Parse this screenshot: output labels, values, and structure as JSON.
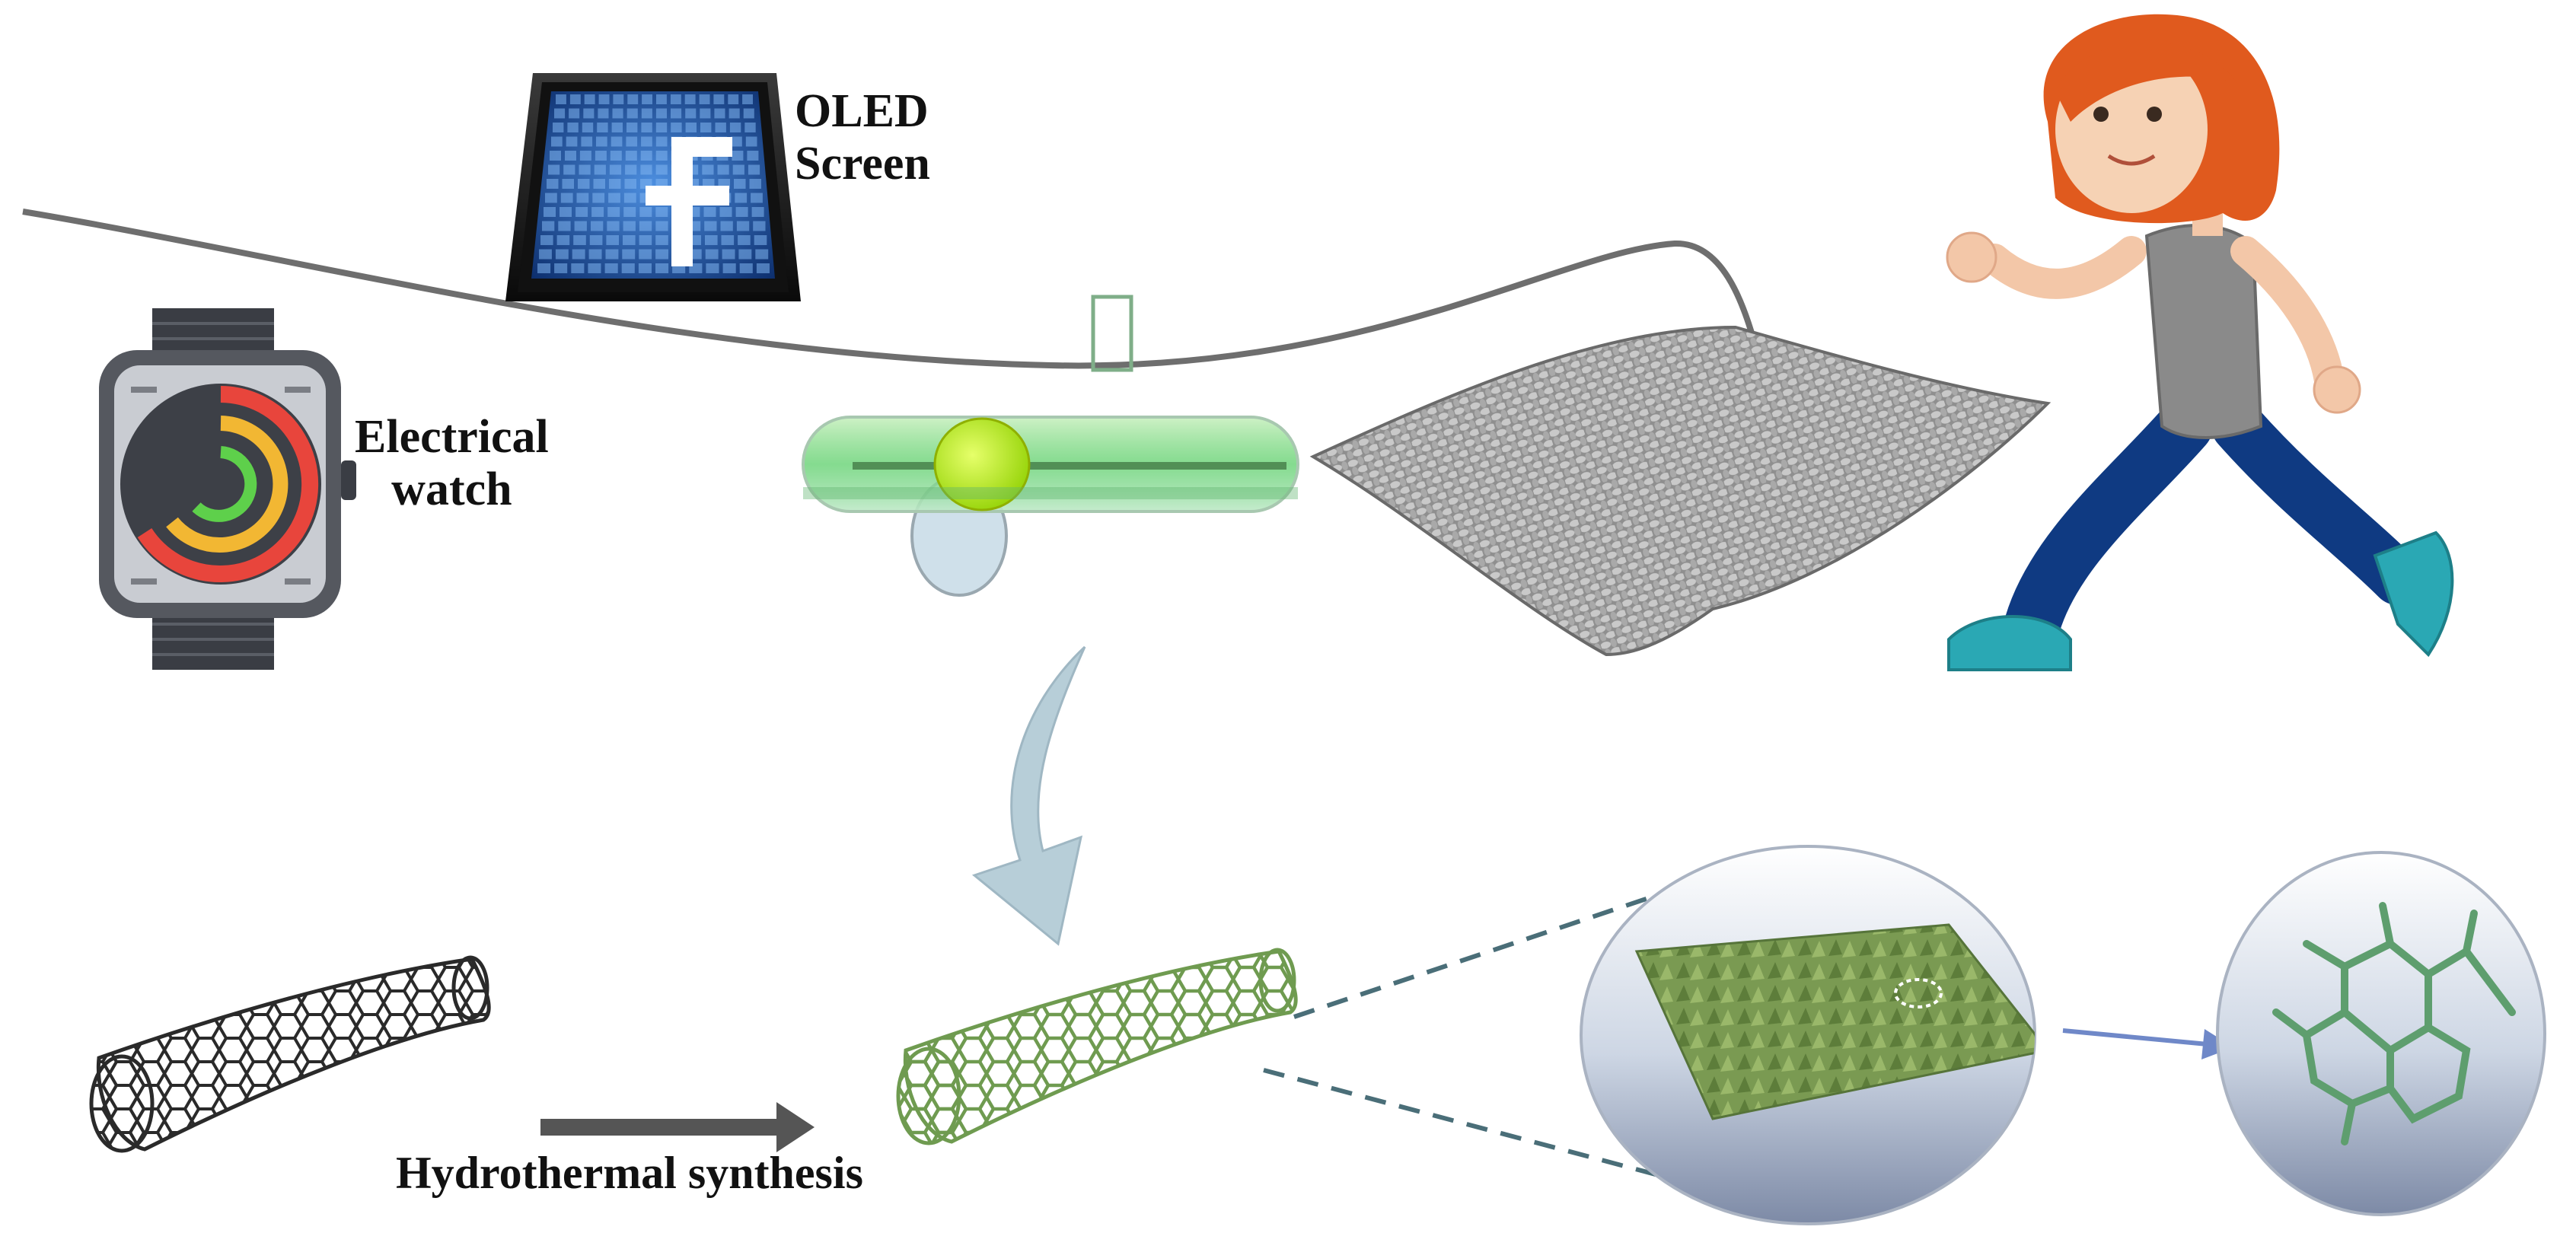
{
  "labels": {
    "oled_line1": "OLED",
    "oled_line2": "Screen",
    "watch_line1": "Electrical",
    "watch_line2": "watch",
    "hydrothermal": "Hydrothermal synthesis"
  },
  "colors": {
    "fiber": "#6e6e6e",
    "cnt_black": "#2a2a2a",
    "cnt_green": "#6f9b50",
    "arrow_blue": "#b7ced8",
    "fabric": "#9a9a9a",
    "zoom_dash": "#4a6e78",
    "leggings": "#0f3a82",
    "shoes": "#2aa8b4",
    "hair": "#e05a1e",
    "shirt": "#8a8a8a"
  },
  "icons": {
    "oled": "oled-screen-icon",
    "watch": "smartwatch-icon",
    "runner": "running-woman-figure"
  }
}
